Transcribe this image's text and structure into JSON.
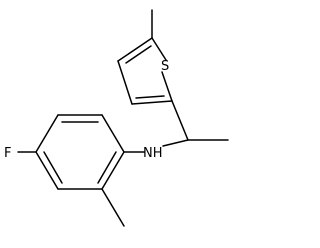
{
  "molecule": {
    "atoms": {
      "sulfur": "S",
      "amine": "NH",
      "fluorine": "F"
    }
  }
}
